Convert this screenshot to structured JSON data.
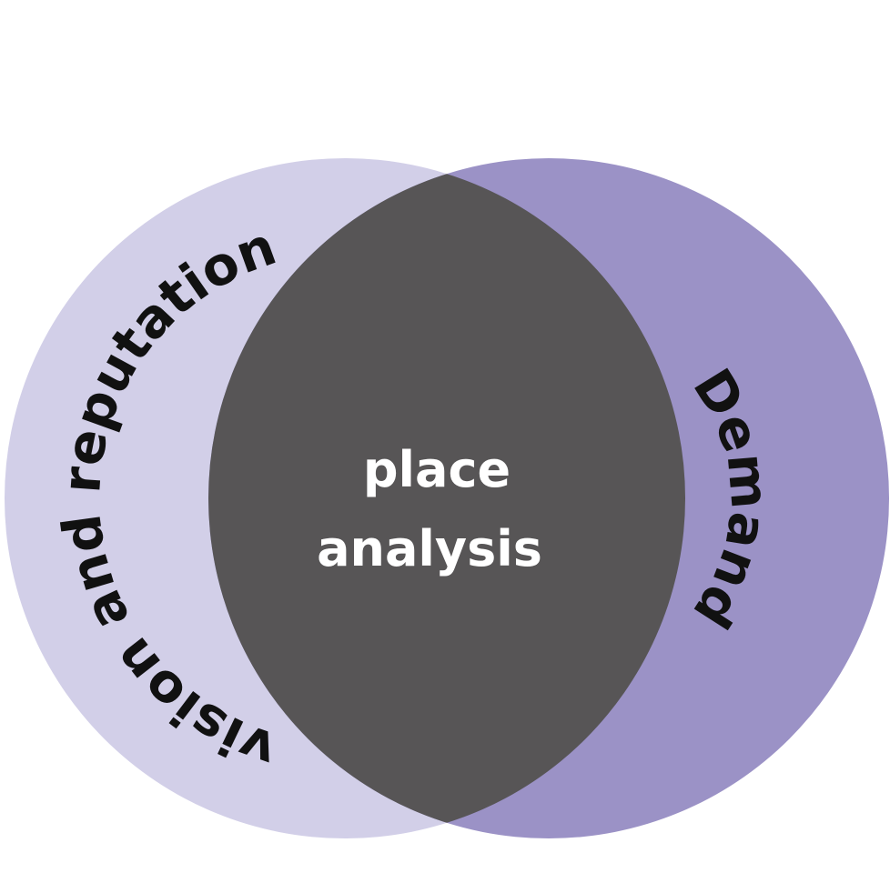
{
  "diagram": {
    "type": "venn",
    "sets": [
      {
        "label": "vision and reputation",
        "color": "#d2cfe8"
      },
      {
        "label": "Demand",
        "color": "#9b92c6"
      }
    ],
    "intersection": {
      "line1": "place",
      "line2": "analysis",
      "color": "#575556"
    }
  }
}
